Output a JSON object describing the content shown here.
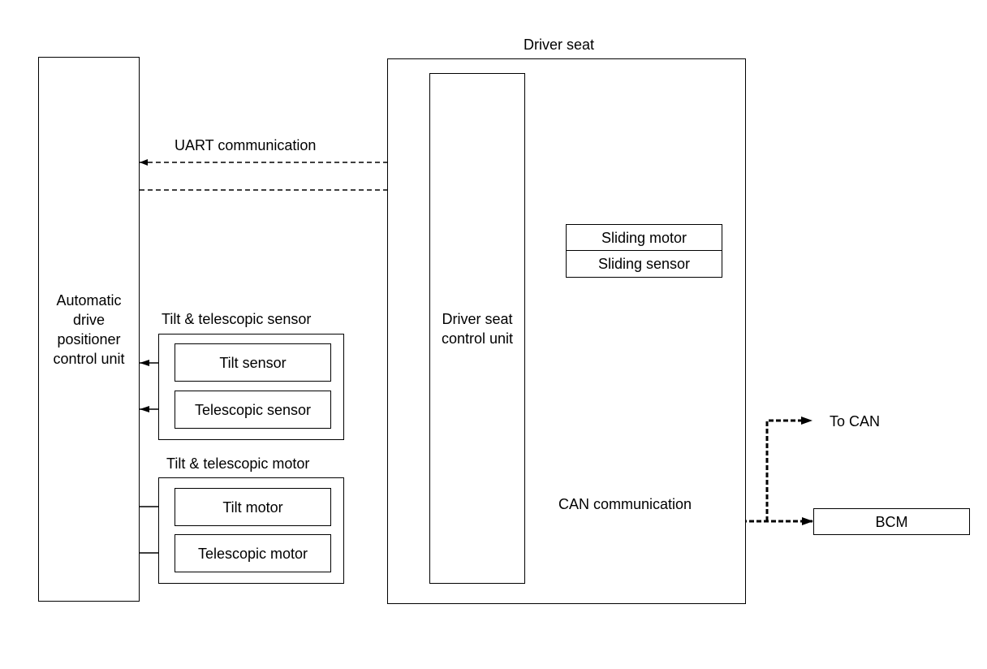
{
  "title": "Driver seat",
  "units": {
    "adp": "Automatic drive positioner control unit",
    "driver_seat_cu": "Driver seat control unit",
    "sliding_motor": "Sliding motor",
    "sliding_sensor": "Sliding sensor",
    "tilt_sensor": "Tilt sensor",
    "telescopic_sensor": "Telescopic sensor",
    "tilt_motor": "Tilt motor",
    "telescopic_motor": "Telescopic motor",
    "bcm": "BCM"
  },
  "groups": {
    "sensor_group": "Tilt & telescopic sensor",
    "motor_group": "Tilt & telescopic motor"
  },
  "labels": {
    "uart": "UART communication",
    "can": "CAN communication",
    "to_can": "To CAN"
  }
}
